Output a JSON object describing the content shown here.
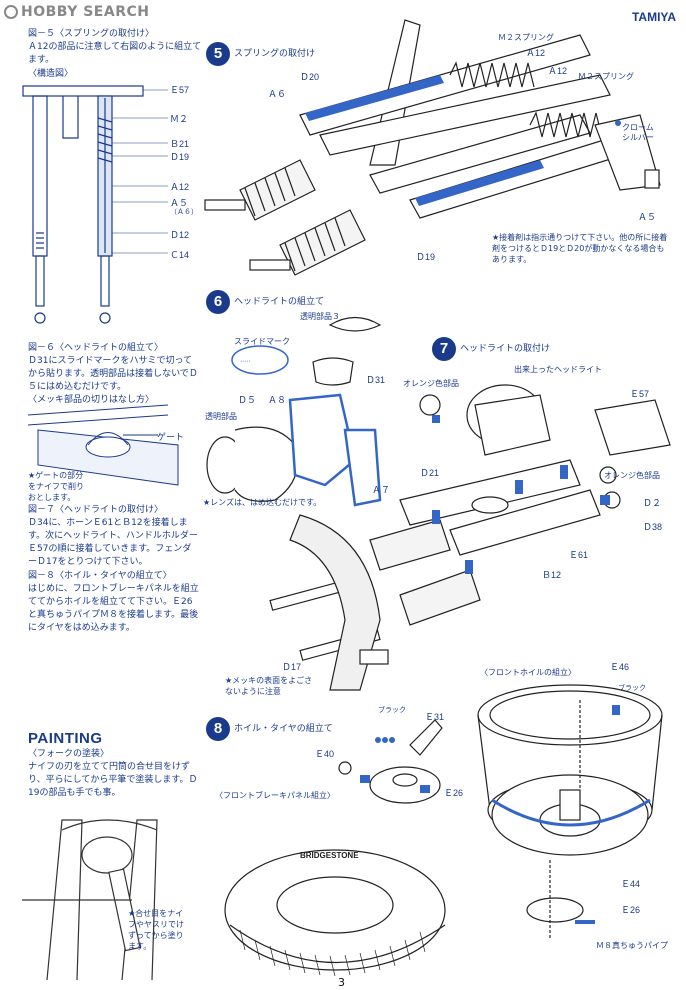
{
  "header": {
    "watermark": "HOBBY SEARCH",
    "brand": "TAMIYA"
  },
  "fig5": {
    "heading": "図－５〈スプリングの取付け〉",
    "body": "Ａ12の部品に注意して右図のように組立てます。",
    "structure_label": "〈構造図〉",
    "labels": [
      "Ｅ57",
      "Ｍ２",
      "Ｂ21",
      "Ｄ19",
      "Ａ12",
      "Ａ５",
      "（Ａ６）",
      "Ｄ12",
      "Ｃ14"
    ]
  },
  "fig6": {
    "heading": "図－６〈ヘッドライトの組立て〉",
    "body": "Ｄ31にスライドマークをハサミで切ってから貼ります。透明部品は接着しないでＤ５にはめ込むだけです。",
    "plating_label": "〈メッキ部品の切りはなし方〉",
    "gate_label": "ゲート",
    "gate_note": "★ゲートの部分をナイフで削りおとします。"
  },
  "fig7": {
    "heading": "図－７〈ヘッドライトの取付け〉",
    "body": "Ｄ34に、ホーンＥ61とＢ12を接着します。次にヘッドライト、ハンドルホルダーＥ57の順に接着していきます。フェンダーＤ17をとりつけて下さい。"
  },
  "fig8": {
    "heading": "図－８〈ホイル・タイヤの組立て〉",
    "body": "はじめに、フロントブレーキパネルを組立ててからホイルを組立てて下さい。Ｅ26と真ちゅうパイプＭ８を接着します。最後にタイヤをはめ込みます。"
  },
  "painting": {
    "title": "PAINTING",
    "subtitle": "〈フォークの塗装〉",
    "body": "ナイフの刃を立てて円筒の合せ目をけずり、平らにしてから平筆で塗装します。Ｄ19の部品も手でも事。",
    "note": "★合せ目をナイフやヤスリでけずってから塗ります。"
  },
  "step5": {
    "num": "5",
    "title": "スプリングの取付け",
    "labels": {
      "d20": "Ｄ20",
      "a6": "Ａ６",
      "m2a": "Ｍ２スプリング",
      "a12a": "Ａ12",
      "a12b": "Ａ12",
      "m2b": "Ｍ２スプリング",
      "chrome": "クローム\nシルバー",
      "a5": "Ａ５",
      "d19": "Ｄ19"
    },
    "note": "★接着剤は指示通りつけて下さい。他の所に接着剤をつけるとＤ19とＤ20が動かなくなる場合もあります。"
  },
  "step6": {
    "num": "6",
    "title": "ヘッドライトの組立て",
    "labels": {
      "clear3": "透明部品３",
      "slide": "スライドマーク",
      "d31": "Ｄ31",
      "d5": "Ｄ５",
      "a8": "Ａ８",
      "clear": "透明部品",
      "a7": "Ａ７"
    },
    "note": "★レンズは、はめ込むだけです。"
  },
  "step7": {
    "num": "7",
    "title": "ヘッドライトの取付け",
    "labels": {
      "orange1": "オレンジ色部品",
      "finished": "出来上ったヘッドライト",
      "e57": "Ｅ57",
      "d21": "Ｄ21",
      "orange2": "オレンジ色部品",
      "d2": "Ｄ２",
      "d38": "Ｄ38",
      "e61": "Ｅ61",
      "b12": "Ｂ12",
      "d17": "Ｄ17"
    },
    "note": "★メッキの表面をよごさないように注意"
  },
  "step8": {
    "num": "8",
    "title": "ホイル・タイヤの組立て",
    "labels": {
      "black1": "ブラック",
      "e31": "Ｅ31",
      "e40": "Ｅ40",
      "e26a": "Ｅ26",
      "brake": "〈フロントブレーキパネル組立〉",
      "front_wheel": "〈フロントホイルの組立〉",
      "e46": "Ｅ46",
      "black2": "ブラック",
      "e44": "Ｅ44",
      "e26b": "Ｅ26",
      "m8": "Ｍ８真ちゅうパイプ",
      "tire": "BRIDGESTONE"
    }
  },
  "page_number": "3"
}
